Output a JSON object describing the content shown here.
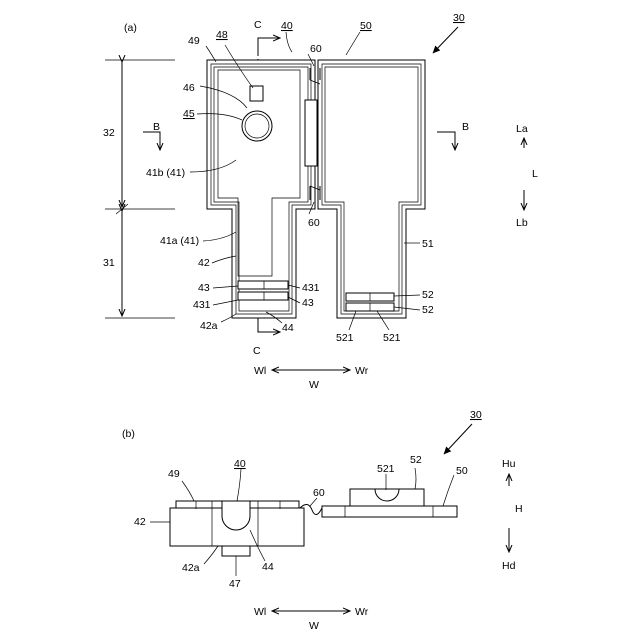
{
  "view_a": {
    "title": "(a)",
    "assembly_ref": "30",
    "section_c_top": "C",
    "section_c_bottom": "C",
    "section_b_left": "B",
    "section_b_right": "B",
    "ref_40": "40",
    "ref_50": "50",
    "ref_49": "49",
    "ref_48": "48",
    "ref_46": "46",
    "ref_45": "45",
    "ref_60_top": "60",
    "ref_60_bottom": "60",
    "ref_41b": "41b (41)",
    "ref_41a": "41a (41)",
    "ref_42": "42",
    "ref_43_left": "43",
    "ref_431_left": "431",
    "ref_431_right": "431",
    "ref_43_right": "43",
    "ref_42a": "42a",
    "ref_44": "44",
    "ref_51": "51",
    "ref_52_top": "52",
    "ref_52_bottom": "52",
    "ref_521_left": "521",
    "ref_521_right": "521",
    "dim_32": "32",
    "dim_31": "31",
    "dir_la": "La",
    "dir_l": "L",
    "dir_lb": "Lb",
    "dir_wl": "Wl",
    "dir_w": "W",
    "dir_wr": "Wr"
  },
  "view_b": {
    "title": "(b)",
    "assembly_ref": "30",
    "ref_49": "49",
    "ref_40": "40",
    "ref_42": "42",
    "ref_42a": "42a",
    "ref_44": "44",
    "ref_47": "47",
    "ref_60": "60",
    "ref_521": "521",
    "ref_52": "52",
    "ref_50": "50",
    "dir_hu": "Hu",
    "dir_h": "H",
    "dir_hd": "Hd",
    "dir_wl": "Wl",
    "dir_w": "W",
    "dir_wr": "Wr"
  }
}
